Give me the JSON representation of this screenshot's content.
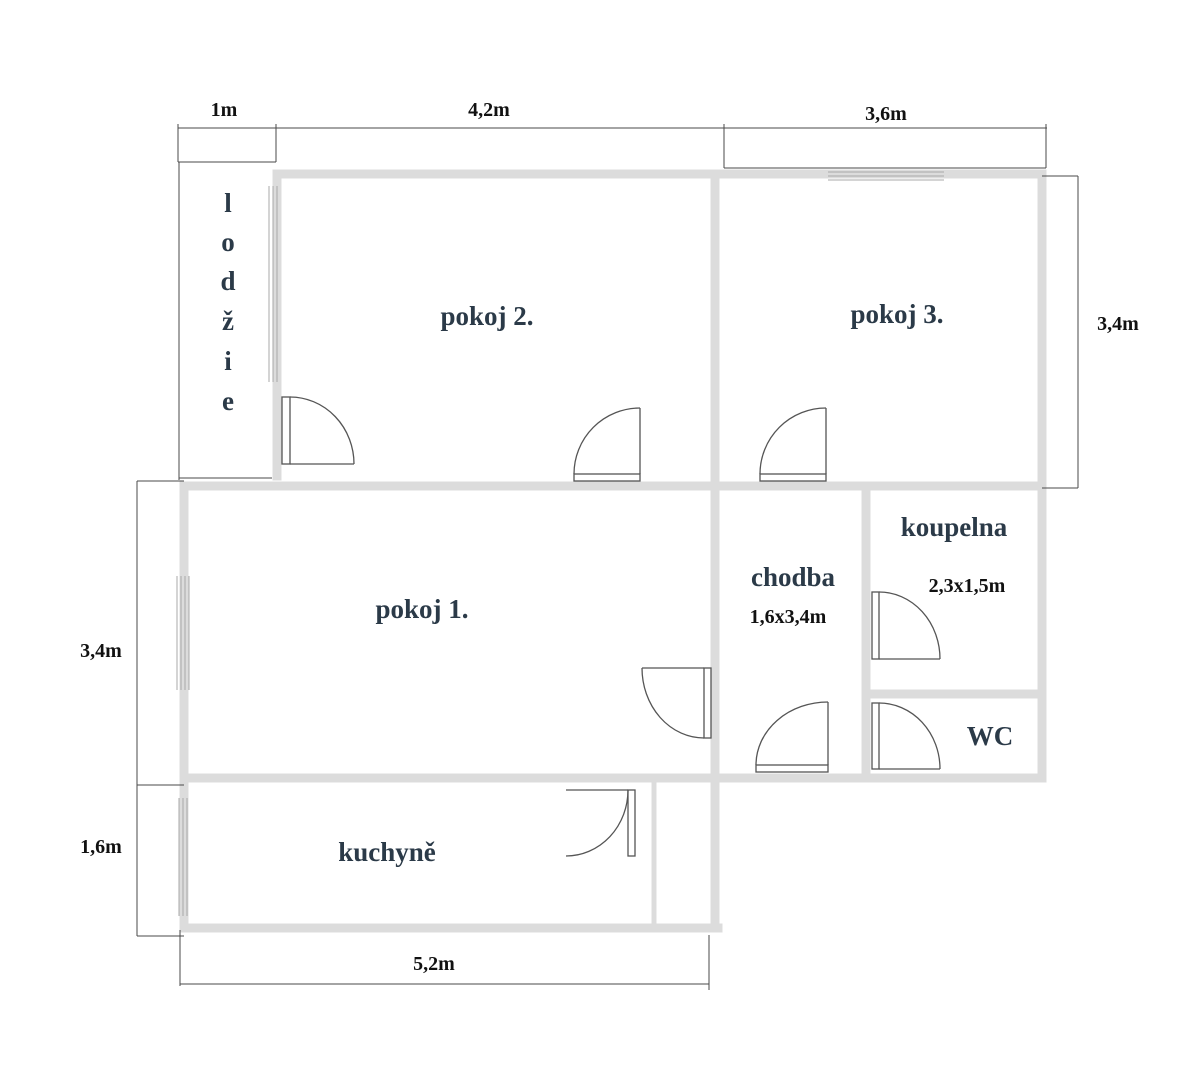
{
  "rooms": {
    "pokoj_2": "pokoj 2.",
    "pokoj_3": "pokoj 3.",
    "pokoj_1": "pokoj 1.",
    "chodba": "chodba",
    "chodba_size": "1,6x3,4m",
    "koupelna": "koupelna",
    "koupelna_size": "2,3x1,5m",
    "wc": "WC",
    "kuchyne": "kuchyně",
    "lodzie": [
      "l",
      "o",
      "d",
      "ž",
      "i",
      "e"
    ]
  },
  "dimensions": {
    "top_lodzie": "1m",
    "top_pokoj2": "4,2m",
    "top_pokoj3": "3,6m",
    "right_pokoj3": "3,4m",
    "left_pokoj1": "3,4m",
    "left_kuchyne": "1,6m",
    "bottom_kuchyne": "5,2m"
  },
  "colors": {
    "walls": "#dcdcdc",
    "room_labels": "#2b3a48",
    "dimension_labels": "#111111"
  }
}
